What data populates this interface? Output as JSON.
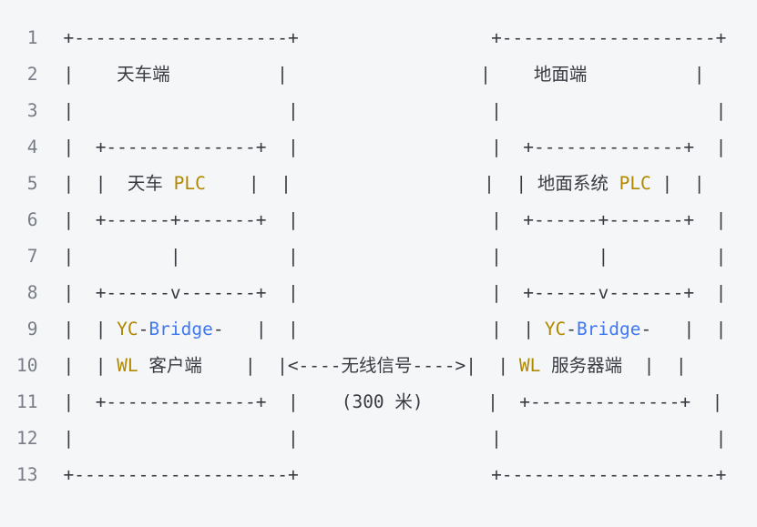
{
  "code_block": {
    "background_color": "#f5f6f7",
    "colors": {
      "default_text": "#383a42",
      "gold_token": "#b08800",
      "blue_token": "#4078f2",
      "line_number": "#777c86"
    },
    "lines": [
      {
        "number": "1",
        "segments": [
          {
            "t": "+--------------------+                  +--------------------+",
            "c": "d"
          }
        ]
      },
      {
        "number": "2",
        "segments": [
          {
            "t": "|    天车端          |                  |    地面端          |",
            "c": "d"
          }
        ]
      },
      {
        "number": "3",
        "segments": [
          {
            "t": "|                    |                  |                    |",
            "c": "d"
          }
        ]
      },
      {
        "number": "4",
        "segments": [
          {
            "t": "|  +--------------+  |                  |  +--------------+  |",
            "c": "d"
          }
        ]
      },
      {
        "number": "5",
        "segments": [
          {
            "t": "|  |  天车 ",
            "c": "d"
          },
          {
            "t": "PLC",
            "c": "g"
          },
          {
            "t": "    |  |                  |  | 地面系统 ",
            "c": "d"
          },
          {
            "t": "PLC",
            "c": "g"
          },
          {
            "t": " |  |",
            "c": "d"
          }
        ]
      },
      {
        "number": "6",
        "segments": [
          {
            "t": "|  +------+-------+  |                  |  +------+-------+  |",
            "c": "d"
          }
        ]
      },
      {
        "number": "7",
        "segments": [
          {
            "t": "|         |          |                  |         |          |",
            "c": "d"
          }
        ]
      },
      {
        "number": "8",
        "segments": [
          {
            "t": "|  +------v-------+  |                  |  +------v-------+  |",
            "c": "d"
          }
        ]
      },
      {
        "number": "9",
        "segments": [
          {
            "t": "|  | ",
            "c": "d"
          },
          {
            "t": "YC",
            "c": "g"
          },
          {
            "t": "-",
            "c": "d"
          },
          {
            "t": "Bridge",
            "c": "b"
          },
          {
            "t": "-   |  |                  |  | ",
            "c": "d"
          },
          {
            "t": "YC",
            "c": "g"
          },
          {
            "t": "-",
            "c": "d"
          },
          {
            "t": "Bridge",
            "c": "b"
          },
          {
            "t": "-   |  |",
            "c": "d"
          }
        ]
      },
      {
        "number": "10",
        "segments": [
          {
            "t": "|  | ",
            "c": "d"
          },
          {
            "t": "WL",
            "c": "g"
          },
          {
            "t": " 客户端    |  |<----无线信号---->|  | ",
            "c": "d"
          },
          {
            "t": "WL",
            "c": "g"
          },
          {
            "t": " 服务器端  |  |",
            "c": "d"
          }
        ]
      },
      {
        "number": "11",
        "segments": [
          {
            "t": "|  +--------------+  |    (300 米)      |  +--------------+  |",
            "c": "d"
          }
        ]
      },
      {
        "number": "12",
        "segments": [
          {
            "t": "|                    |                  |                    |",
            "c": "d"
          }
        ]
      },
      {
        "number": "13",
        "segments": [
          {
            "t": "+--------------------+                  +--------------------+",
            "c": "d"
          }
        ]
      }
    ]
  }
}
